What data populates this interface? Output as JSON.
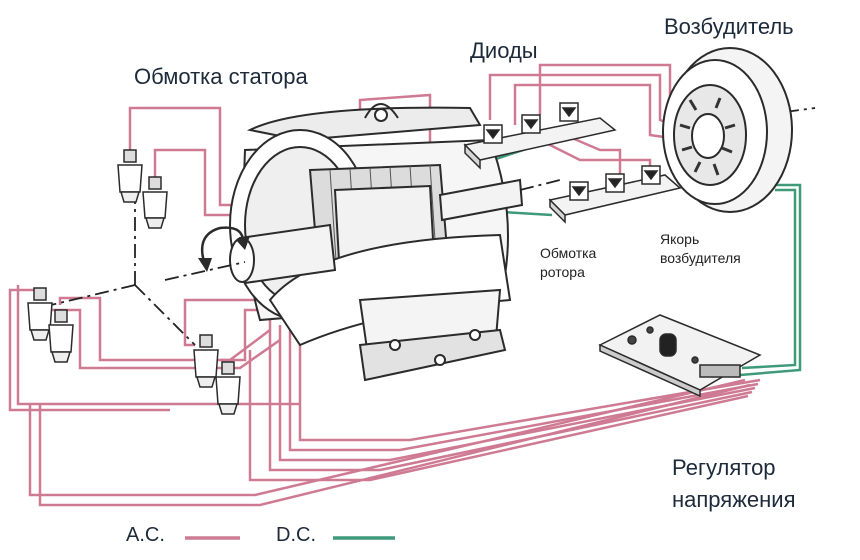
{
  "labels": {
    "stator_winding": "Обмотка статора",
    "diodes": "Диоды",
    "exciter": "Возбудитель",
    "rotor_winding_1": "Обмотка",
    "rotor_winding_2": "ротора",
    "exciter_armature_1": "Якорь",
    "exciter_armature_2": "возбудителя",
    "regulator_1": "Регулятор",
    "regulator_2": "напряжения"
  },
  "legend": {
    "ac": "A.C.",
    "dc": "D.C."
  },
  "colors": {
    "ac_wire": "#cf7a93",
    "dc_wire": "#3f9a7a",
    "outline": "#2b2b2b",
    "fill": "#ffffff",
    "shade": "#e6e6e6"
  },
  "icons": {
    "rotation": "rotation-arrow-icon",
    "terminal": "terminal-post-icon",
    "diode": "diode-icon"
  }
}
